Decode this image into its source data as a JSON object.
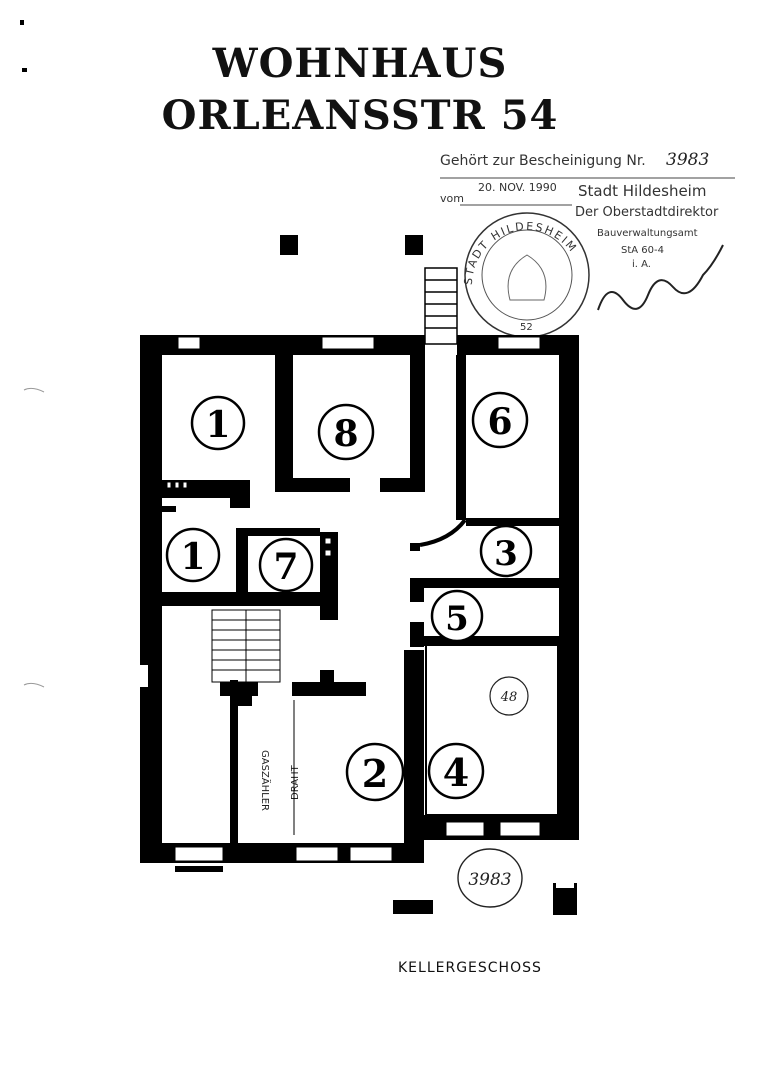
{
  "title": {
    "line1": "WOHNHAUS",
    "line2": "ORLEANSSTR 54"
  },
  "stamp": {
    "header": "Gehört zur Bescheinigung Nr.",
    "number": "3983",
    "vom_label": "vom",
    "date": "20. NOV. 1990",
    "city": "Stadt Hildesheim",
    "office": "Der Oberstadtdirektor",
    "dept": "Bauverwaltungsamt",
    "ref": "StA 60-4",
    "ia": "i. A.",
    "seal_text": "STADT HILDESHEIM",
    "seal_number": "52"
  },
  "plan": {
    "rooms": [
      "1",
      "8",
      "6",
      "1",
      "7",
      "3",
      "5",
      "2",
      "4"
    ],
    "small_circle_label": "48",
    "annotations": {
      "gas": "GASZÄHLER",
      "draht": "DRAHT"
    },
    "bottom_circle": "3983"
  },
  "caption": "KELLERGESCHOSS"
}
